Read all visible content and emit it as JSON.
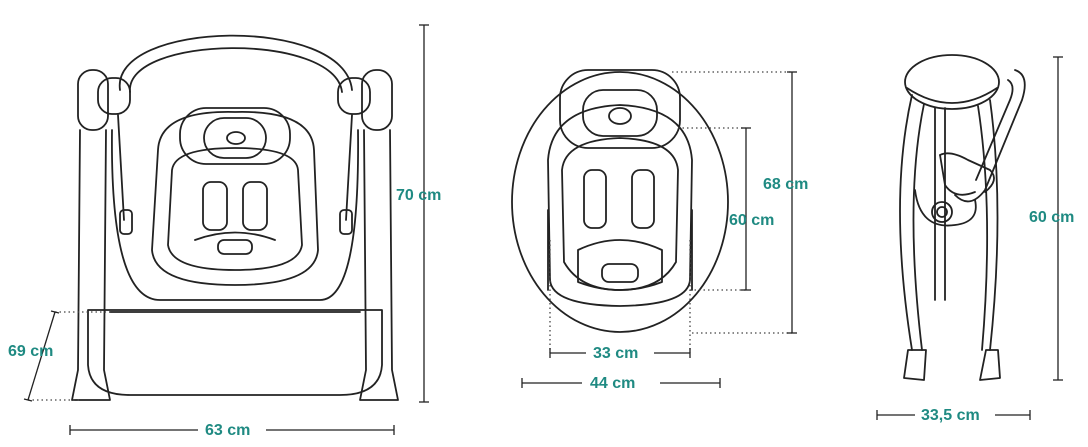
{
  "colors": {
    "accent": "#1f8a82",
    "outline": "#222222"
  },
  "icons": [
    "swing-front-view",
    "seat-top-view",
    "swing-side-view"
  ],
  "dimensions": {
    "front_height": "70 cm",
    "front_seat_height": "69 cm",
    "front_width": "63 cm",
    "seat_length": "68 cm",
    "seat_inner_length": "60 cm",
    "seat_inner_width": "33 cm",
    "seat_width": "44 cm",
    "side_height": "60 cm",
    "side_depth": "33,5 cm"
  }
}
